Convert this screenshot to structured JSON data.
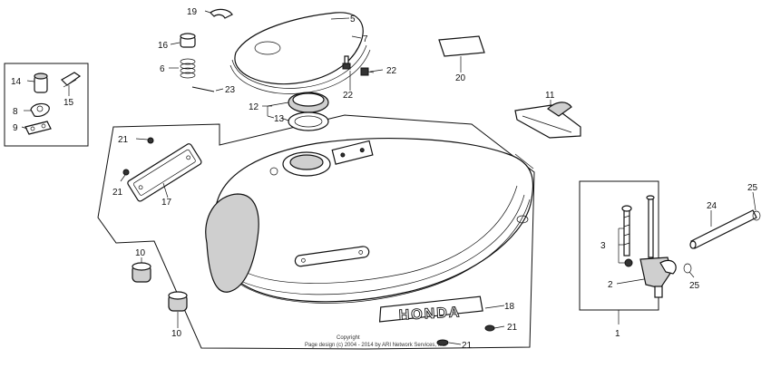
{
  "labels": {
    "l1": "1",
    "l2": "2",
    "l3": "3",
    "l5": "5",
    "l6": "6",
    "l7": "7",
    "l8": "8",
    "l9": "9",
    "l10a": "10",
    "l10b": "10",
    "l11": "11",
    "l12": "12",
    "l13": "13",
    "l14": "14",
    "l15": "15",
    "l16": "16",
    "l17": "17",
    "l18": "18",
    "l19": "19",
    "l20": "20",
    "l21a": "21",
    "l21b": "21",
    "l21c": "21",
    "l21d": "21",
    "l22a": "22",
    "l22b": "22",
    "l23": "23",
    "l24": "24",
    "l25a": "25",
    "l25b": "25"
  },
  "emblem_text": "HONDA",
  "copyright": {
    "line1": "Copyright",
    "line2": "Page design (c) 2004 - 2014 by ARI Network Services, Inc."
  }
}
